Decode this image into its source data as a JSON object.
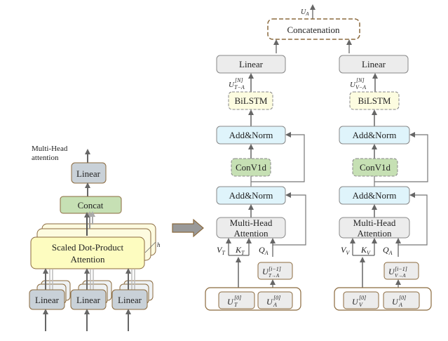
{
  "left": {
    "title_line1": "Multi-Head",
    "title_line2": "attention",
    "linear_top": "Linear",
    "concat": "Concat",
    "sdpa_line1": "Scaled Dot-Product",
    "sdpa_line2": "Attention",
    "h_label": "h",
    "linear_inputs": [
      "Linear",
      "Linear",
      "Linear"
    ]
  },
  "right": {
    "output_label": "U",
    "output_sub": "A",
    "concatenation": "Concatenation",
    "branches": [
      {
        "linear": "Linear",
        "u_out": "U",
        "u_out_sup": "[N]",
        "u_out_sub": "T−A",
        "bilstm": "BiLSTM",
        "addnorm_top": "Add&Norm",
        "conv": "ConV1d",
        "addnorm_bottom": "Add&Norm",
        "mha_line1": "Multi-Head",
        "mha_line2": "Attention",
        "v": "V",
        "v_sub": "T",
        "k": "K",
        "k_sub": "T",
        "q": "Q",
        "q_sub": "A",
        "u_prev": "U",
        "u_prev_sup": "[i−1]",
        "u_prev_sub": "T→A",
        "u_in1": "U",
        "u_in1_sup": "[0]",
        "u_in1_sub": "T",
        "u_in2": "U",
        "u_in2_sup": "[0]",
        "u_in2_sub": "A"
      },
      {
        "linear": "Linear",
        "u_out": "U",
        "u_out_sup": "[N]",
        "u_out_sub": "V−A",
        "bilstm": "BiLSTM",
        "addnorm_top": "Add&Norm",
        "conv": "ConV1d",
        "addnorm_bottom": "Add&Norm",
        "mha_line1": "Multi-Head",
        "mha_line2": "Attention",
        "v": "V",
        "v_sub": "V",
        "k": "K",
        "k_sub": "V",
        "q": "Q",
        "q_sub": "A",
        "u_prev": "U",
        "u_prev_sup": "[i−1]",
        "u_prev_sub": "V→A",
        "u_in1": "U",
        "u_in1_sup": "[0]",
        "u_in1_sub": "V",
        "u_in2": "U",
        "u_in2_sup": "[0]",
        "u_in2_sub": "A"
      }
    ]
  },
  "colors": {
    "gray_box": "#c9d1d8",
    "light_gray": "#ececec",
    "green": "#c6e0b4",
    "yellow": "#fdfcc8",
    "cyan": "#dff4fb",
    "brown": "#8b6a3e",
    "arrow": "#666666"
  }
}
